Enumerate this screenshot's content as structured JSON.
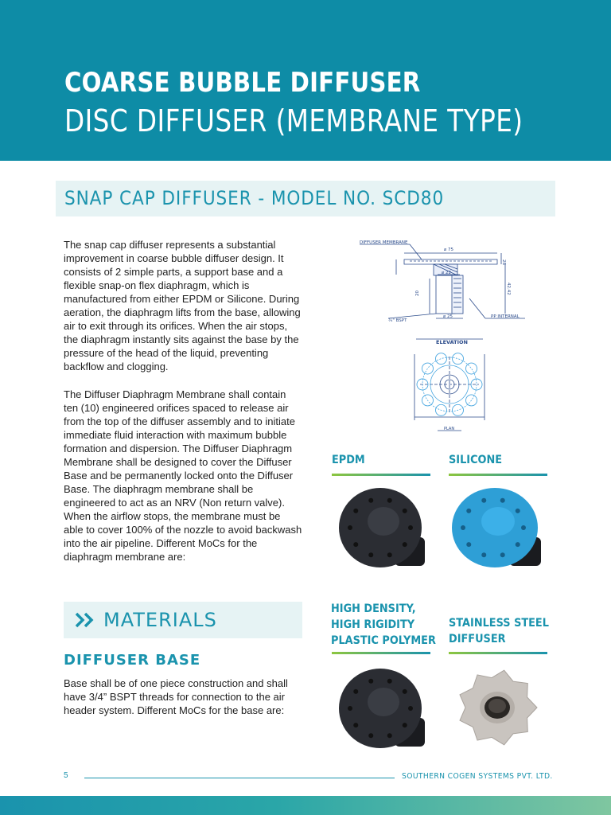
{
  "header": {
    "title": "COARSE BUBBLE DIFFUSER",
    "subtitle": "DISC DIFFUSER (MEMBRANE TYPE)"
  },
  "section": {
    "model_title": "SNAP CAP DIFFUSER - MODEL NO. SCD80"
  },
  "description": {
    "paragraph1": "The snap cap diffuser represents a substantial improvement in coarse bubble diffuser design. It consists of 2 simple parts, a support base and a flexible snap-on flex diaphragm, which is manufactured from either EPDM or Silicone. During aeration, the diaphragm lifts from the base, allowing air to exit through its orifices. When the air stops, the diaphragm instantly sits against the base by the pressure of the head of the liquid, preventing backflow and clogging.",
    "paragraph2": "The Diffuser Diaphragm Membrane shall contain ten (10) engineered orifices spaced to release air from the top of the diffuser assembly and to initiate immediate fluid interaction with maximum bubble formation and dispersion. The Diffuser Diaphragm Membrane shall be designed to cover the Diffuser Base and be permanently locked onto the Diffuser Base. The diaphragm membrane shall be engineered to act as an NRV (Non return valve). When the airflow stops, the membrane must be able to cover 100% of the nozzle to avoid backwash into the air pipeline. Different MoCs for the diaphragm membrane are:"
  },
  "diagram": {
    "label_membrane": "DIFFUSER MEMBRANE",
    "dim_75": "⌀ 75",
    "dim_22": "⌀ 22",
    "dim_25": "⌀ 25",
    "dim_28": "28",
    "dim_20": "20",
    "dim_4242": "42.42",
    "label_bspt": "¾\" BSPT",
    "label_pp": "PP INTERNAL",
    "label_elevation": "ELEVATION",
    "label_plan": "PLAN"
  },
  "materials": {
    "heading": "MATERIALS",
    "base_heading": "DIFFUSER BASE",
    "base_text": "Base shall be of one piece construction and shall have 3/4” BSPT threads for connection to the air header system. Different MoCs for the base are:"
  },
  "products": [
    {
      "label": "EPDM",
      "color": "#2b2d33"
    },
    {
      "label": "SILICONE",
      "color": "#2e9fd6"
    },
    {
      "label": "HIGH DENSITY,\nHIGH RIGIDITY\nPLASTIC POLYMER",
      "color": "#2b2d33"
    },
    {
      "label": "STAINLESS STEEL\nDIFFUSER",
      "color": "#c9c4bf"
    }
  ],
  "footer": {
    "page": "5",
    "company": "SOUTHERN COGEN SYSTEMS PVT. LTD."
  }
}
